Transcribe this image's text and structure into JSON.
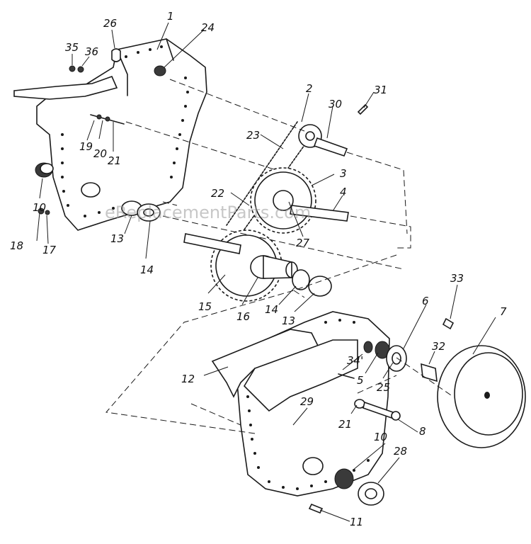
{
  "watermark": "eReplacementParts.com",
  "callouts": {
    "c1": "1",
    "c2": "2",
    "c3": "3",
    "c4": "4",
    "c5": "5",
    "c6": "6",
    "c7": "7",
    "c8": "8",
    "c10a": "10",
    "c10b": "10",
    "c11": "11",
    "c12": "12",
    "c13a": "13",
    "c13b": "13",
    "c14a": "14",
    "c14b": "14",
    "c15": "15",
    "c16": "16",
    "c17": "17",
    "c18": "18",
    "c19": "19",
    "c20": "20",
    "c21a": "21",
    "c21b": "21",
    "c22": "22",
    "c23": "23",
    "c24": "24",
    "c25": "25",
    "c26": "26",
    "c27": "27",
    "c28": "28",
    "c29": "29",
    "c30": "30",
    "c31": "31",
    "c32": "32",
    "c33": "33",
    "c34": "34'",
    "c35": "35",
    "c36": "36"
  }
}
